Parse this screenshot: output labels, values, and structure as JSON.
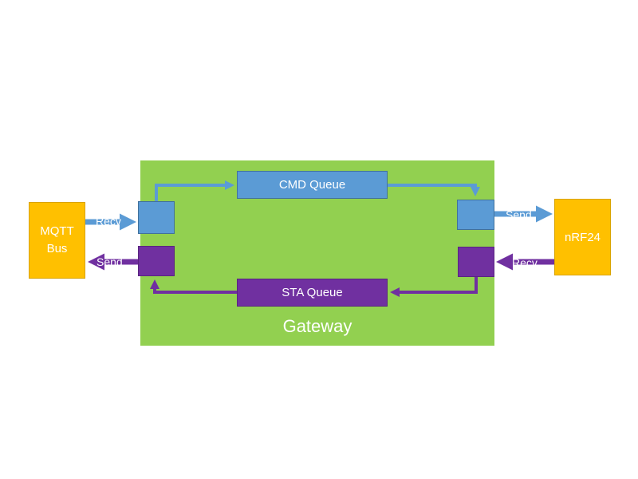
{
  "gateway": {
    "label": "Gateway"
  },
  "mqtt": {
    "line1": "MQTT",
    "line2": "Bus"
  },
  "nrf": {
    "label": "nRF24"
  },
  "cmd_queue": {
    "label": "CMD Queue"
  },
  "sta_queue": {
    "label": "STA Queue"
  },
  "left_links": {
    "recv": "Recv",
    "send": "Send"
  },
  "right_links": {
    "send": "Send",
    "recv": "Recv"
  },
  "colors": {
    "gateway": "#92d050",
    "endpoint": "#ffc000",
    "command_path": "#5b9bd5",
    "status_path": "#7030a0"
  }
}
